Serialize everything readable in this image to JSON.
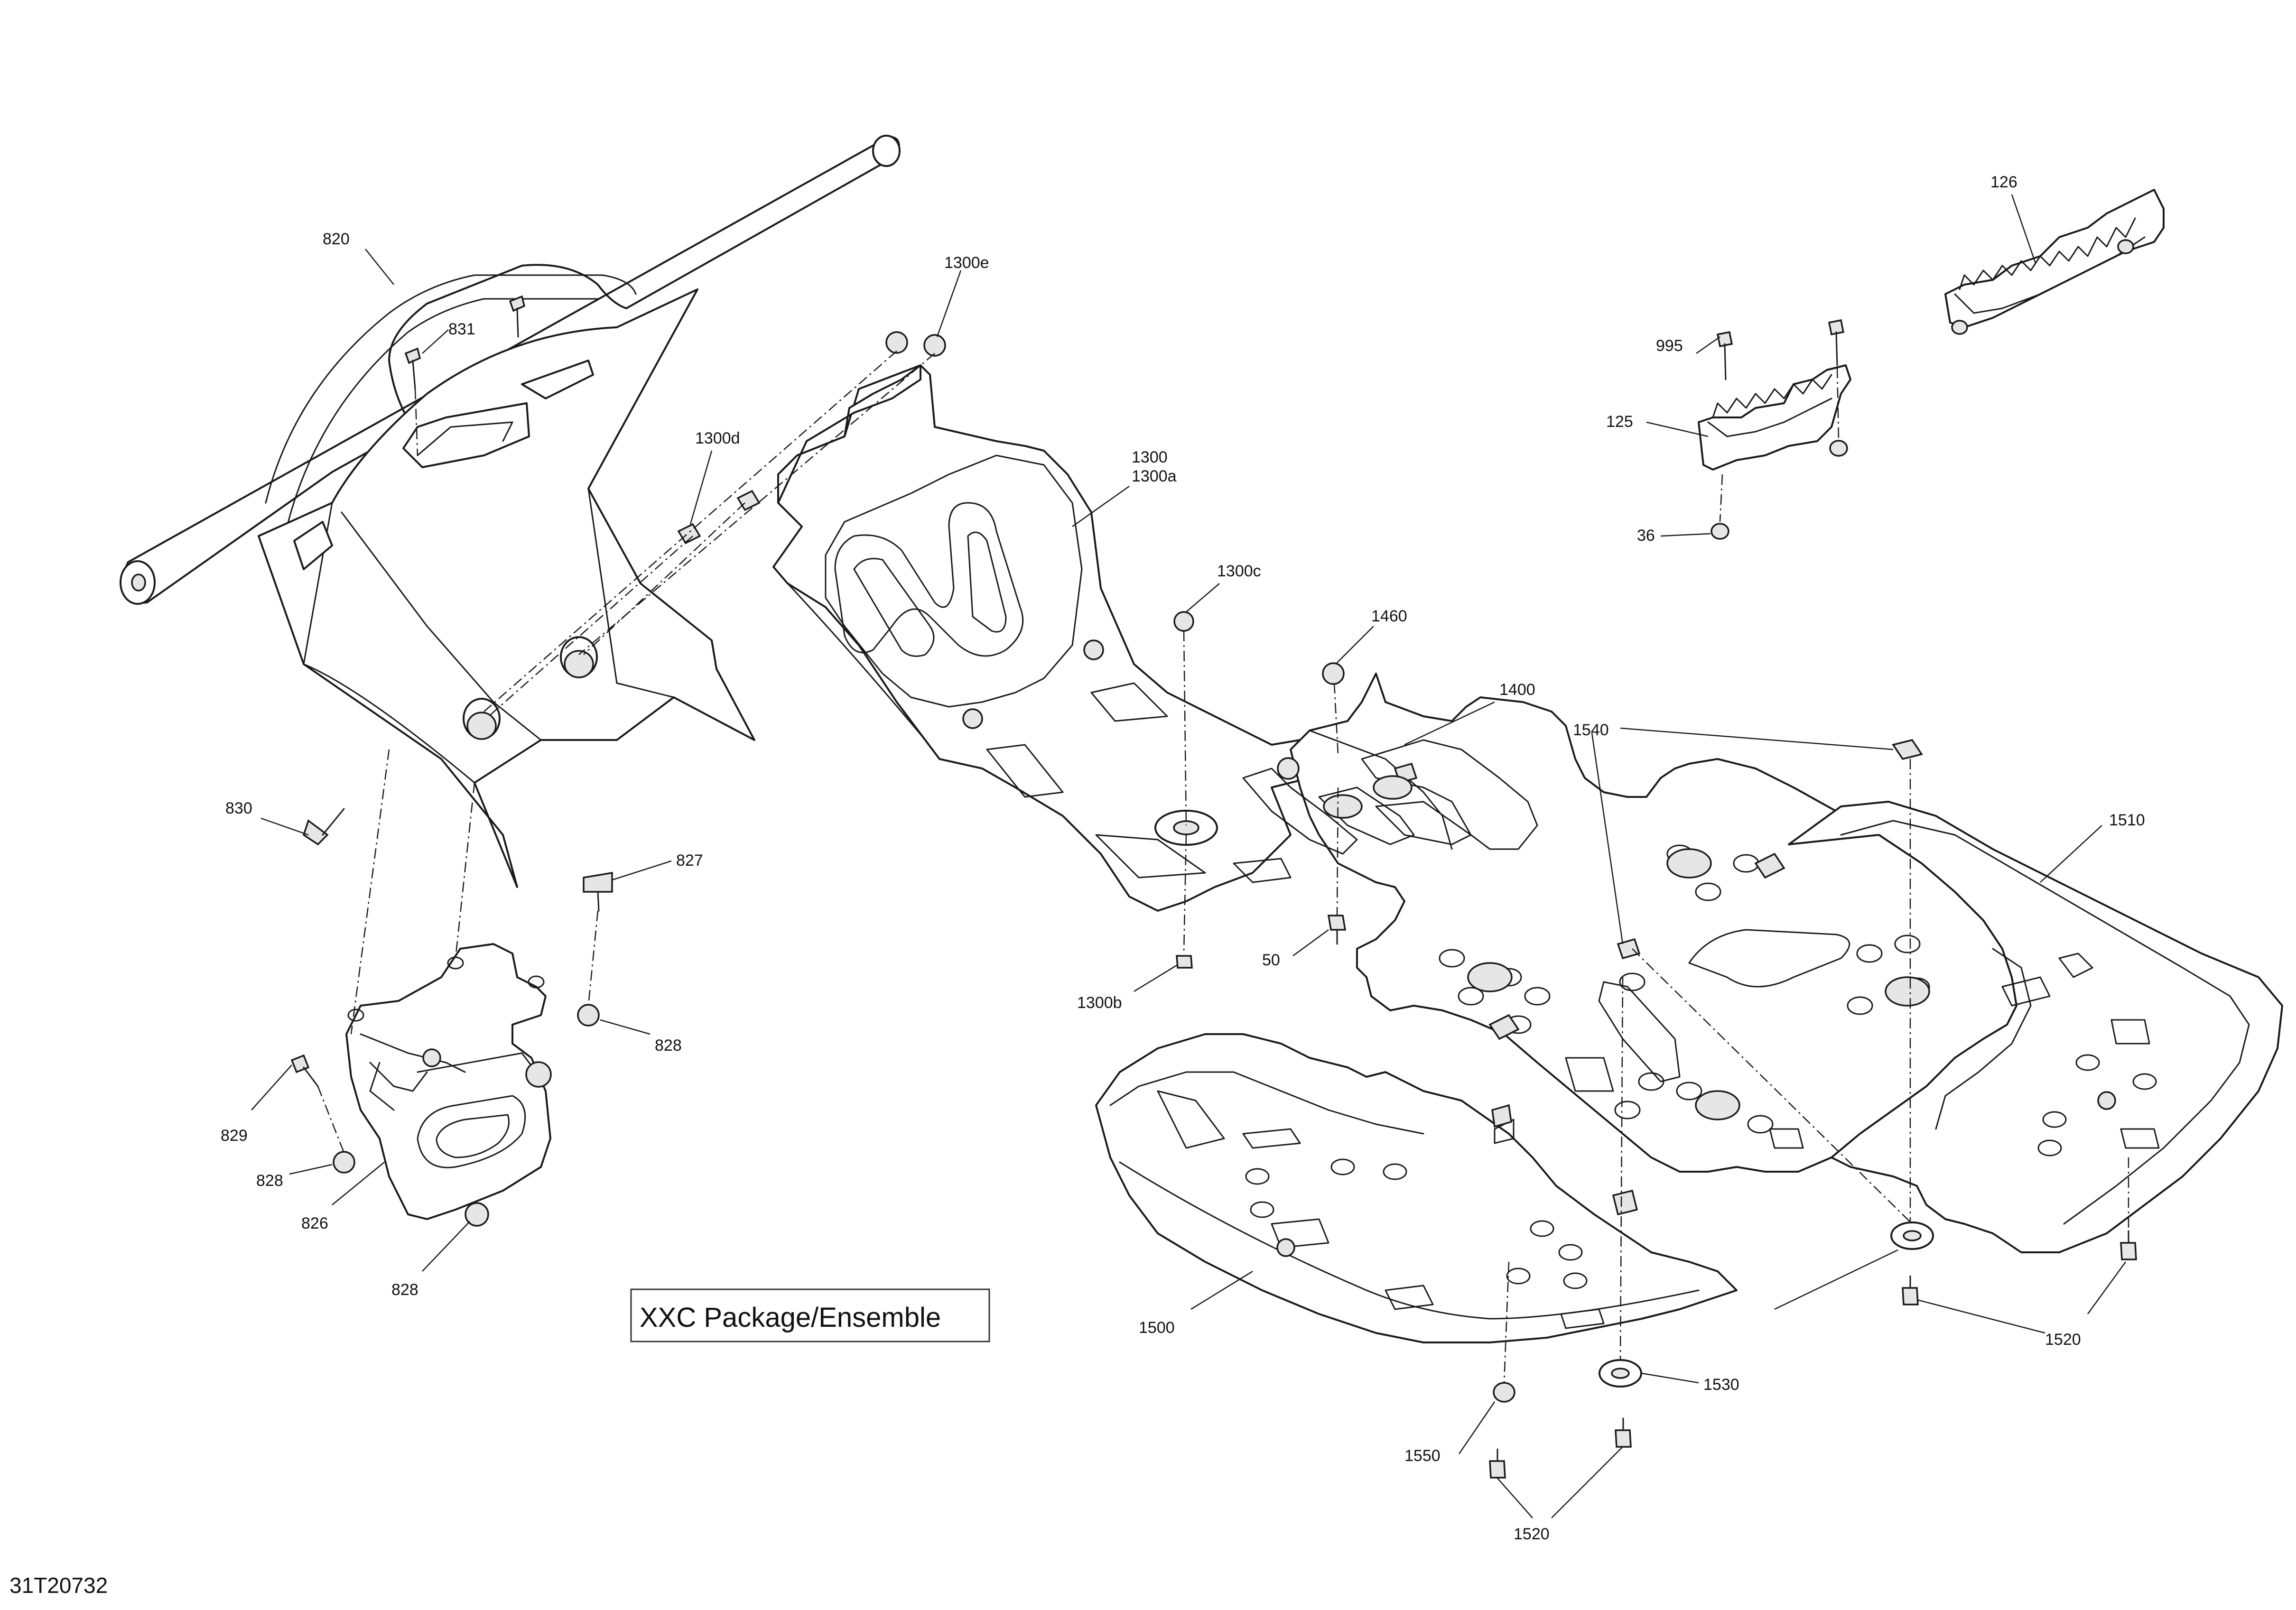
{
  "diagram": {
    "package_note": "XXC Package/Ensemble",
    "reference": "31T20732",
    "callouts": {
      "p820": "820",
      "p831": "831",
      "p1300e": "1300e",
      "p1300d": "1300d",
      "p1300": "1300",
      "p1300a": "1300a",
      "p1300c": "1300c",
      "p1460": "1460",
      "p1400": "1400",
      "p1540": "1540",
      "p1510": "1510",
      "p830": "830",
      "p827": "827",
      "p828a": "828",
      "p828b": "828",
      "p828c": "828",
      "p829": "829",
      "p826": "826",
      "p50": "50",
      "p1300b": "1300b",
      "p1500": "1500",
      "p1530": "1530",
      "p1520a": "1520",
      "p1520b": "1520",
      "p1550": "1550",
      "p126": "126",
      "p995": "995",
      "p125": "125",
      "p36": "36"
    }
  }
}
